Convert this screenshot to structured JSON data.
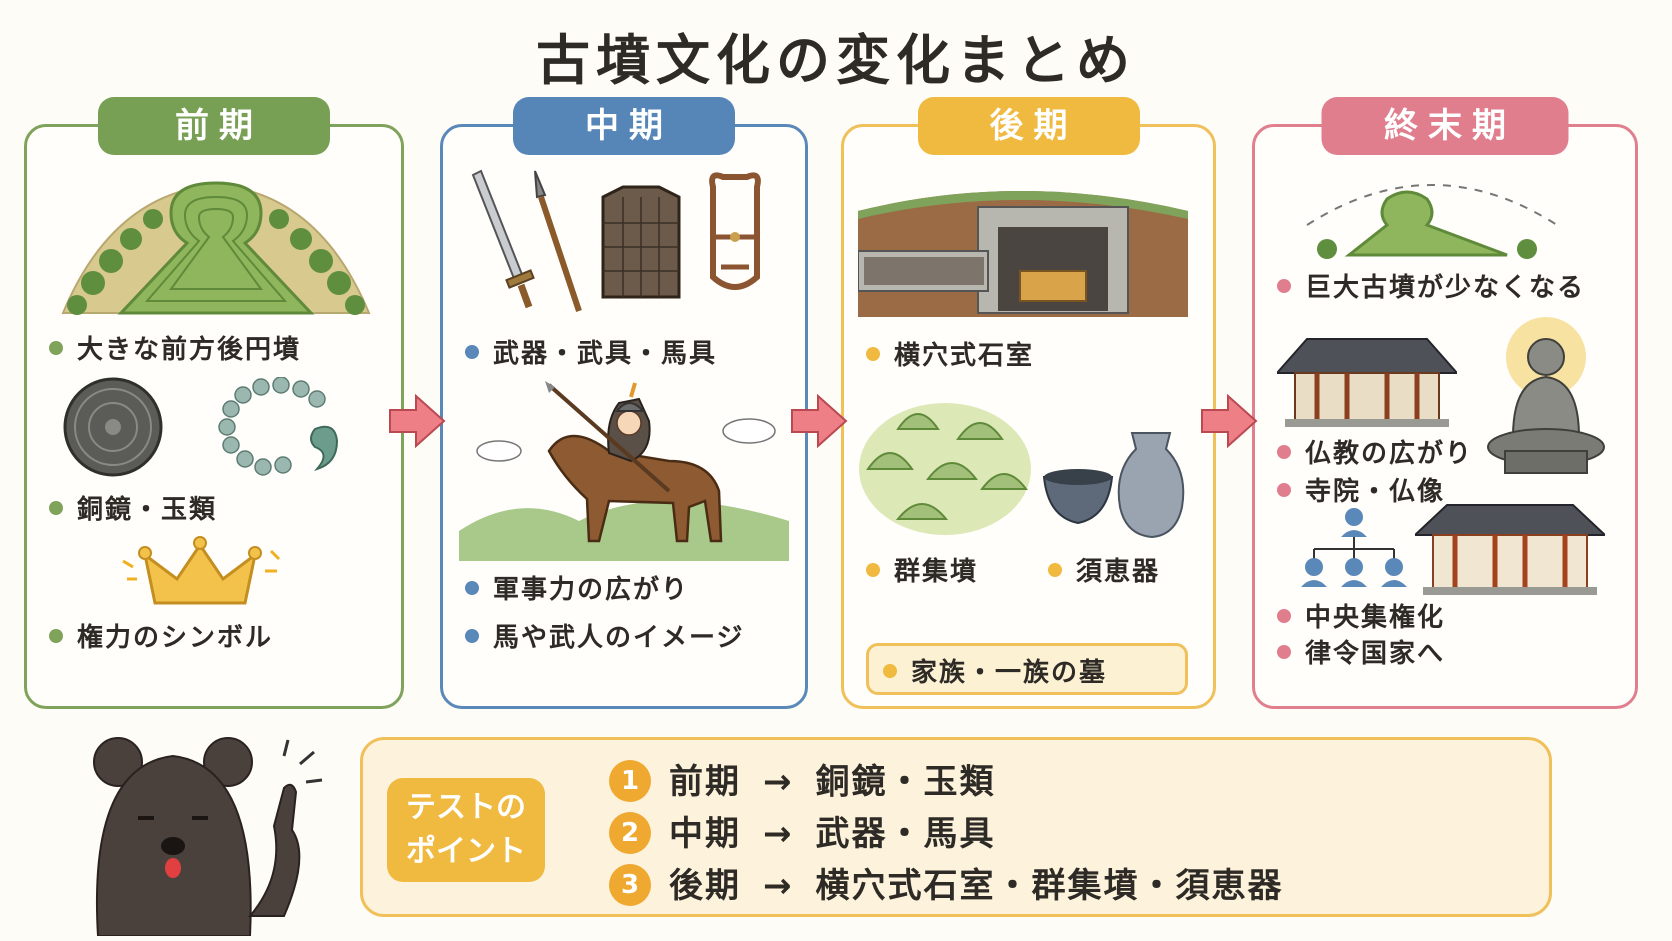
{
  "title": "古墳文化の変化まとめ",
  "colors": {
    "early": "#7fa35a",
    "middle": "#5a88b8",
    "late": "#f0b940",
    "final": "#e07e8e"
  },
  "panels": [
    {
      "label": "前期",
      "bullets": [
        "大きな前方後円墳",
        "銅鏡・玉類",
        "権力のシンボル"
      ],
      "icons": [
        "keyhole-tomb-icon",
        "bronze-mirror-icon",
        "magatama-beads-icon",
        "crown-icon"
      ]
    },
    {
      "label": "中期",
      "bullets": [
        "武器・武具・馬具",
        "軍事力の広がり",
        "馬や武人のイメージ"
      ],
      "icons": [
        "sword-icon",
        "spear-icon",
        "armor-icon",
        "horse-bridle-icon",
        "mounted-warrior-icon"
      ]
    },
    {
      "label": "後期",
      "bullets": [
        "横穴式石室",
        "群集墳",
        "須恵器",
        "家族・一族の墓"
      ],
      "icons": [
        "stone-chamber-icon",
        "cluster-tombs-icon",
        "sue-pottery-icon"
      ]
    },
    {
      "label": "終末期",
      "bullets": [
        "巨大古墳が少なくなる",
        "仏教の広がり",
        "寺院・仏像",
        "中央集権化",
        "律令国家へ"
      ],
      "icons": [
        "small-tomb-icon",
        "temple-icon",
        "buddha-statue-icon",
        "hierarchy-icon",
        "palace-icon"
      ]
    }
  ],
  "test": {
    "label_line1": "テストの",
    "label_line2": "ポイント",
    "items": [
      {
        "num": "1",
        "period": "前期",
        "arrow": "→",
        "content": "銅鏡・玉類"
      },
      {
        "num": "2",
        "period": "中期",
        "arrow": "→",
        "content": "武器・馬具"
      },
      {
        "num": "3",
        "period": "後期",
        "arrow": "→",
        "content": "横穴式石室・群集墳・須恵器"
      }
    ]
  },
  "mascot": "bear-pointing-icon"
}
